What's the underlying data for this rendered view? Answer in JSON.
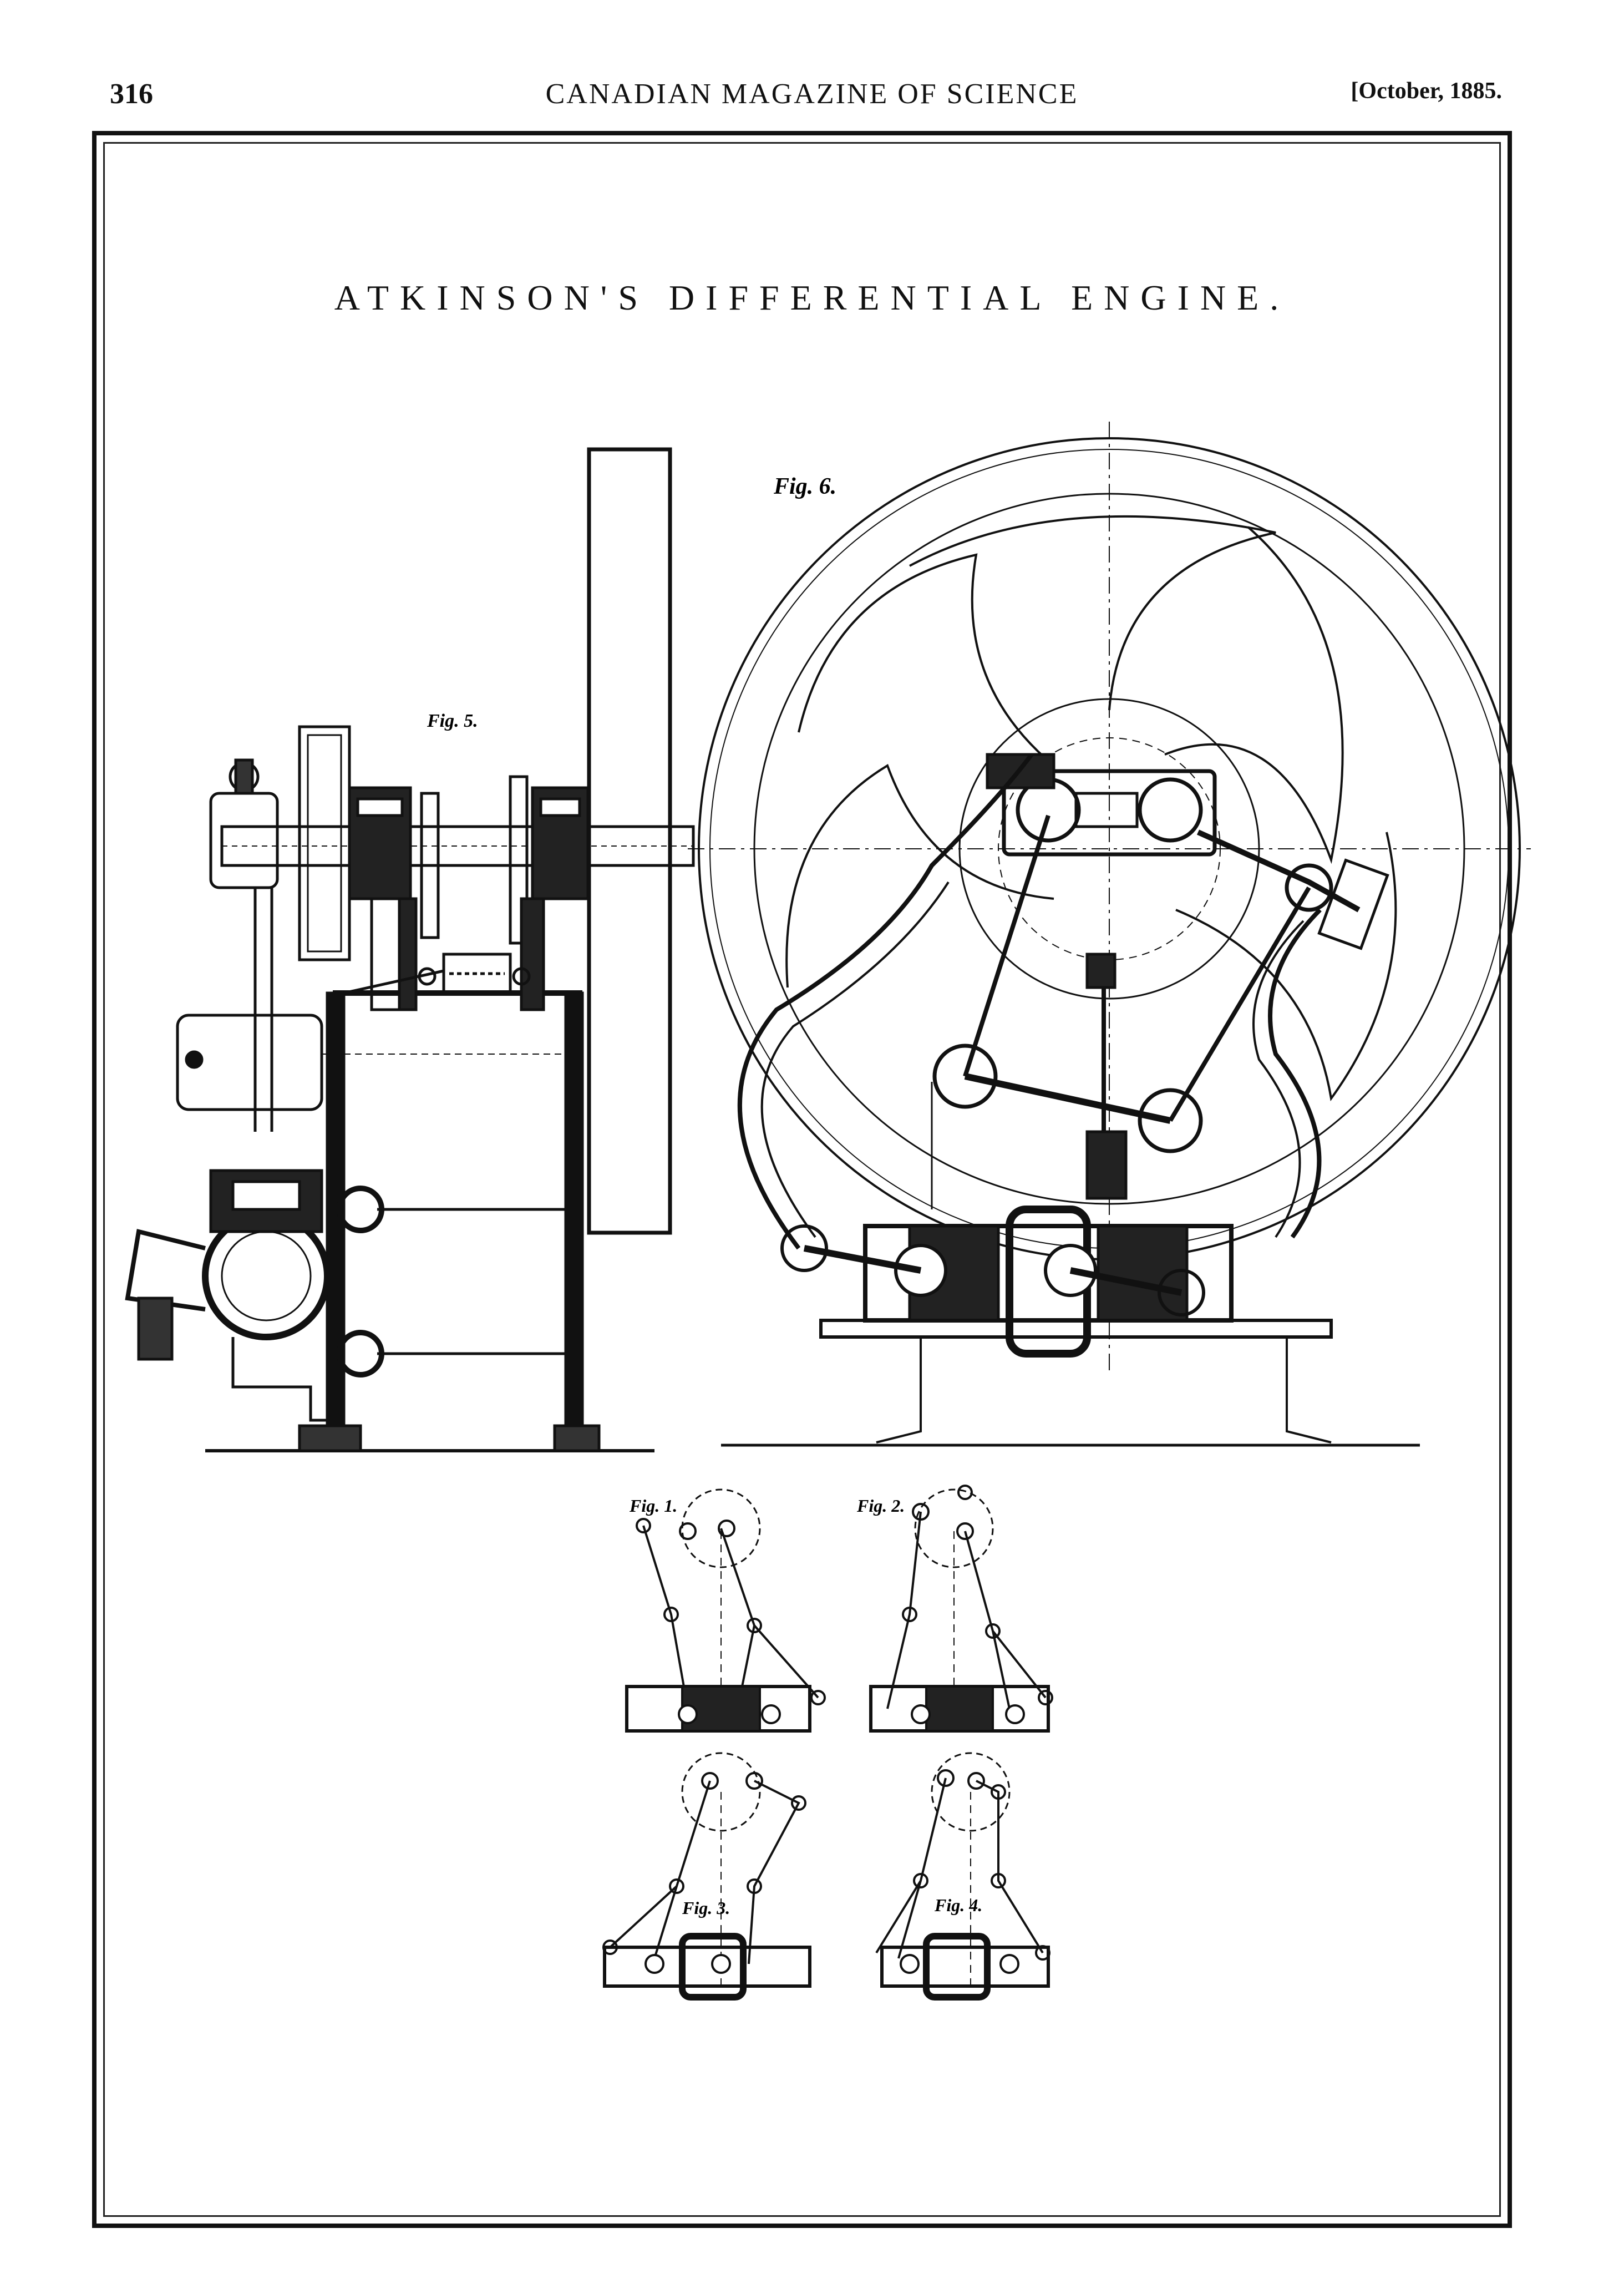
{
  "header": {
    "page_number": "316",
    "journal_title": "CANADIAN MAGAZINE OF SCIENCE",
    "issue_date": "[October, 1885."
  },
  "plate": {
    "title": "ATKINSON'S DIFFERENTIAL ENGINE.",
    "figures": {
      "fig1": "Fig. 1.",
      "fig2": "Fig. 2.",
      "fig3": "Fig. 3.",
      "fig4": "Fig. 4.",
      "fig5": "Fig. 5.",
      "fig6": "Fig. 6."
    }
  }
}
